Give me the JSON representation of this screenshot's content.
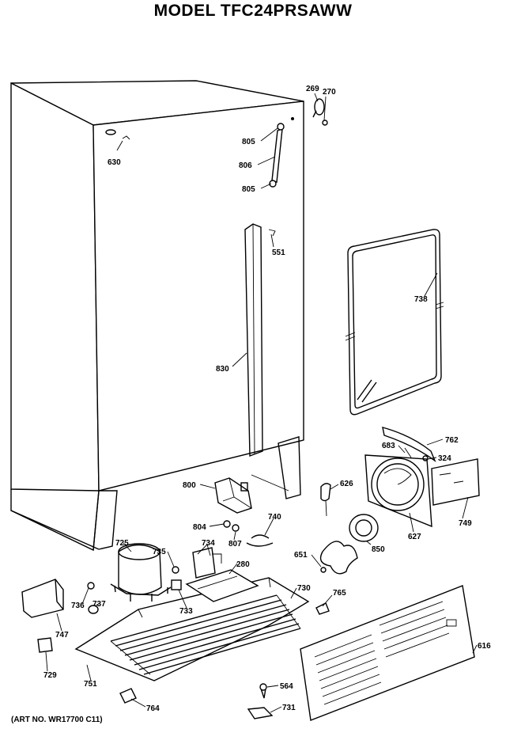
{
  "title": "MODEL TFC24PRSAWW",
  "art_number": "(ART NO. WR17700 C11)",
  "labels": {
    "l269": "269",
    "l270": "270",
    "l805a": "805",
    "l806": "806",
    "l805b": "805",
    "l630": "630",
    "l551": "551",
    "l738": "738",
    "l830": "830",
    "l762": "762",
    "l683": "683",
    "l324": "324",
    "l800": "800",
    "l626": "626",
    "l749": "749",
    "l804": "804",
    "l807": "807",
    "l740": "740",
    "l627": "627",
    "l725": "725",
    "l735": "735",
    "l734": "734",
    "l850": "850",
    "l651": "651",
    "l280": "280",
    "l730": "730",
    "l765": "765",
    "l736": "736",
    "l737": "737",
    "l733": "733",
    "l747": "747",
    "l616": "616",
    "l729": "729",
    "l751": "751",
    "l564": "564",
    "l764": "764",
    "l731": "731"
  }
}
